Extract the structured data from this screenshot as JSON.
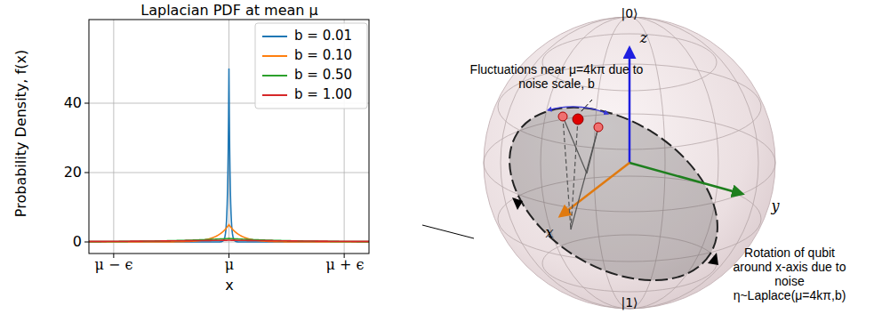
{
  "diagram": {
    "labels": [
      "Laplacian PDF at mean μ",
      "40",
      "20",
      "0",
      "μ − ϵ",
      "μ",
      "μ + ϵ",
      "x",
      "Probability Density, f(x)",
      "|0⟩",
      "z",
      "x",
      "y",
      "Fluctuations near μ=4kπ due to noise scale, b",
      "Rotation of qubit around x-axis due to noise η~Laplace(μ=4kπ,b)",
      "|1⟩"
    ],
    "legend": [
      {
        "text": "b = 0.01"
      },
      {
        "text": "b = 0.10"
      },
      {
        "text": "b = 0.50"
      },
      {
        "text": "b = 1.00"
      }
    ]
  }
}
